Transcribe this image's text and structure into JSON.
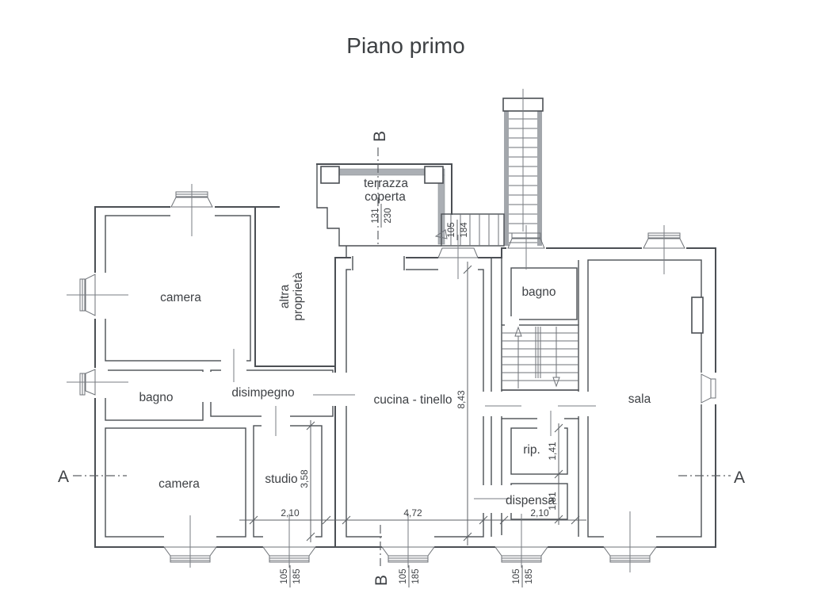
{
  "title": "Piano primo",
  "rooms": {
    "camera_top": "camera",
    "bagno_left": "bagno",
    "disimpegno": "disimpegno",
    "camera_bottom": "camera",
    "studio": "studio",
    "cucina": "cucina - tinello",
    "bagno_right": "bagno",
    "rip": "rip.",
    "dispensa": "dispensa",
    "sala": "sala",
    "terrazza": {
      "line1": "terrazza",
      "line2": "coperta"
    },
    "altra_proprieta": {
      "line1": "altra",
      "line2": "proprietà"
    }
  },
  "dims": {
    "cucina_depth": "8,43",
    "cucina_width": "4,72",
    "studio_depth": "3,58",
    "studio_width": "2,10",
    "dispensa_width": "2,10",
    "rip_depth": "1,41",
    "dispensa_depth": "1,81",
    "terrazza_wh": {
      "num": "131",
      "den": "230"
    },
    "stair_door_wh": {
      "num": "105",
      "den": "184"
    },
    "window_studio": {
      "num": "105",
      "den": "185"
    },
    "window_cucina": {
      "num": "105",
      "den": "185"
    },
    "window_dispensa": {
      "num": "105",
      "den": "185"
    }
  },
  "markers": {
    "a_left": "A",
    "a_right": "A",
    "b_top": "B",
    "b_bottom": "B"
  },
  "colors": {
    "background": "#ffffff",
    "wall_line": "#4b4f54",
    "thin_line": "#6e7277",
    "poche_gray": "#abafb4",
    "text": "#3e4145"
  }
}
